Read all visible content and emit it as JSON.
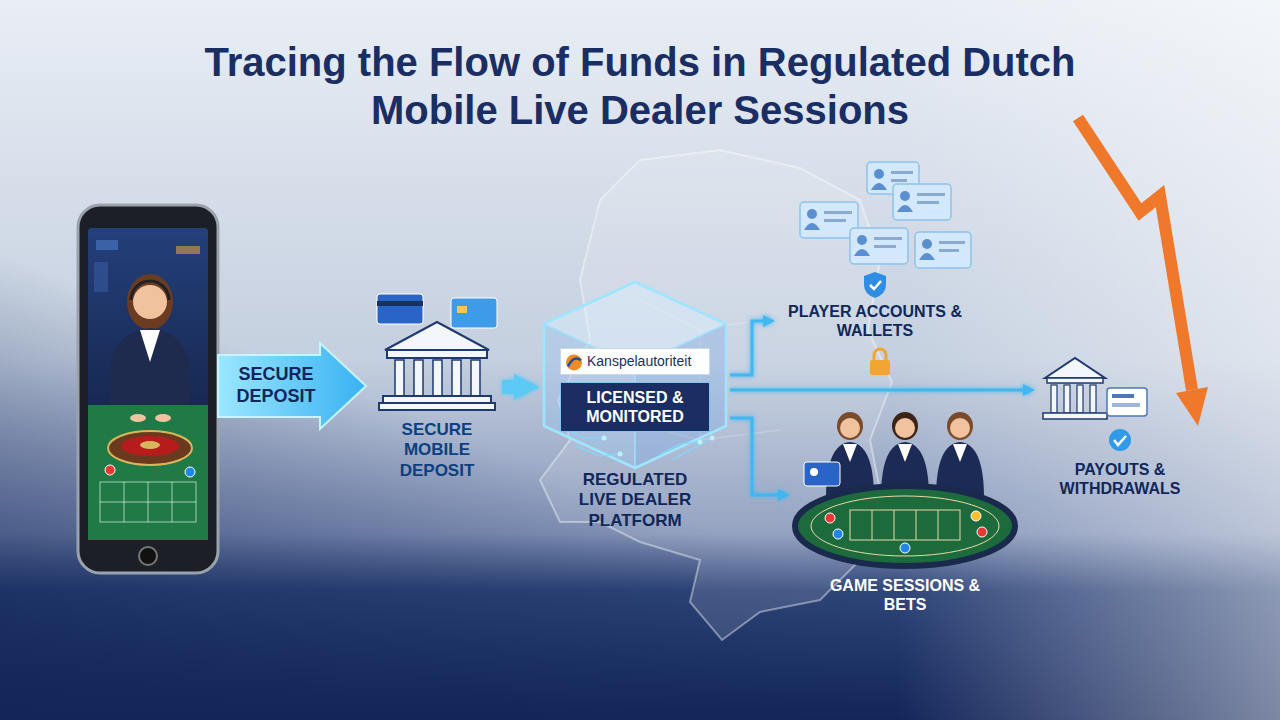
{
  "diagram": {
    "title": "Tracing the Flow of Funds in Regulated Dutch Mobile Live Dealer Sessions",
    "nodes": [
      {
        "text": [
          "SECURE DEPOSIT"
        ]
      },
      {
        "text": [
          "SECURE MOBILE DEPOSIT"
        ]
      },
      {
        "text": [
          "REGULATED LIVE DEALER PLATFORM"
        ]
      },
      {
        "text": [
          "Kanspelautoriteit"
        ],
        "in": 2
      },
      {
        "text": [
          "LICENSED & MONITORED"
        ],
        "in": 2
      },
      {
        "text": [
          "PLAYER ACCOUNTS & WALLETS"
        ]
      },
      {
        "text": [
          "GAME SESSIONS & BETS"
        ]
      },
      {
        "text": [
          "PAYOUTS & WITHDRAWALS"
        ]
      }
    ],
    "edges": [
      {
        "from": 1,
        "to": 2,
        "arrow": "to"
      },
      {
        "from": 2,
        "to": 5,
        "arrow": "to"
      },
      {
        "from": 2,
        "to": 7,
        "arrow": "to"
      },
      {
        "from": 2,
        "to": 6,
        "arrow": "to"
      }
    ]
  }
}
